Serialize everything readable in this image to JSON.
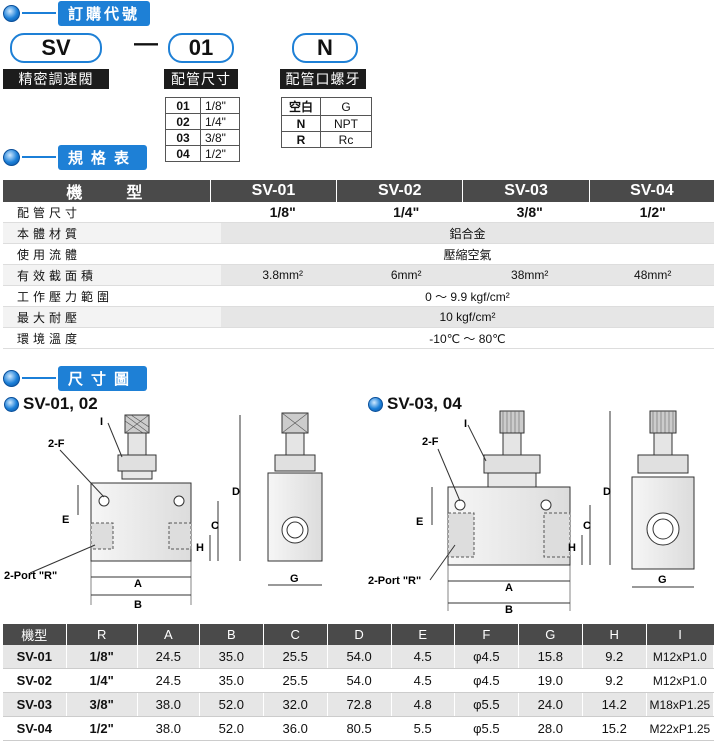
{
  "section_order": "訂購代號",
  "section_spec": "規格表",
  "section_dim": "尺寸圖",
  "order": {
    "model_code": "SV",
    "model_caption": "精密調速閥",
    "dash": "—",
    "size_code": "01",
    "size_caption": "配管尺寸",
    "size_options": [
      [
        "01",
        "1/8\""
      ],
      [
        "02",
        "1/4\""
      ],
      [
        "03",
        "3/8\""
      ],
      [
        "04",
        "1/2\""
      ]
    ],
    "thread_code": "N",
    "thread_caption": "配管口螺牙",
    "thread_options": [
      [
        "空白",
        "G"
      ],
      [
        "N",
        "NPT"
      ],
      [
        "R",
        "Rc"
      ]
    ]
  },
  "spec": {
    "header": [
      "機　　型",
      "SV-01",
      "SV-02",
      "SV-03",
      "SV-04"
    ],
    "rows": [
      {
        "name": "配管尺寸",
        "values": [
          "1/8\"",
          "1/4\"",
          "3/8\"",
          "1/2\""
        ]
      },
      {
        "name": "本體材質",
        "merged": "鋁合金"
      },
      {
        "name": "使用流體",
        "merged": "壓縮空氣"
      },
      {
        "name": "有效截面積",
        "values": [
          "3.8mm²",
          "6mm²",
          "38mm²",
          "48mm²"
        ]
      },
      {
        "name": "工作壓力範圍",
        "merged": "0 ～ 9.9 kgf/cm²"
      },
      {
        "name": "最大耐壓",
        "merged": "10 kgf/cm²"
      },
      {
        "name": "環境溫度",
        "merged": "-10℃ ～ 80℃"
      }
    ]
  },
  "dim": {
    "title_small": "SV-01, 02",
    "title_large": "SV-03, 04",
    "labels": {
      "I": "I",
      "F": "2-F",
      "D": "D",
      "C": "C",
      "H": "H",
      "E": "E",
      "A": "A",
      "B": "B",
      "G": "G",
      "R": "2-Port \"R\""
    },
    "table_header": [
      "機型",
      "R",
      "A",
      "B",
      "C",
      "D",
      "E",
      "F",
      "G",
      "H",
      "I"
    ],
    "table_rows": [
      [
        "SV-01",
        "1/8\"",
        "24.5",
        "35.0",
        "25.5",
        "54.0",
        "4.5",
        "φ4.5",
        "15.8",
        "9.2",
        "M12xP1.0"
      ],
      [
        "SV-02",
        "1/4\"",
        "24.5",
        "35.0",
        "25.5",
        "54.0",
        "4.5",
        "φ4.5",
        "19.0",
        "9.2",
        "M12xP1.0"
      ],
      [
        "SV-03",
        "3/8\"",
        "38.0",
        "52.0",
        "32.0",
        "72.8",
        "4.8",
        "φ5.5",
        "24.0",
        "14.2",
        "M18xP1.25"
      ],
      [
        "SV-04",
        "1/2\"",
        "38.0",
        "52.0",
        "36.0",
        "80.5",
        "5.5",
        "φ5.5",
        "28.0",
        "15.2",
        "M22xP1.25"
      ]
    ]
  }
}
